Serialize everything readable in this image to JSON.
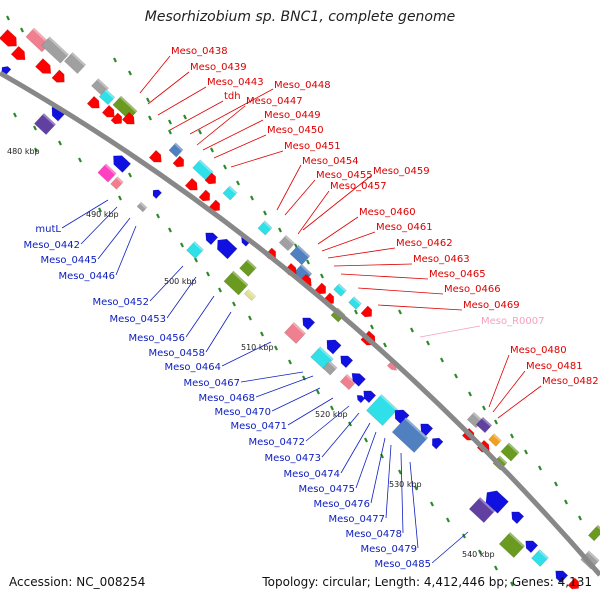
{
  "title": "Mesorhizobium sp. BNC1, complete genome",
  "footer": {
    "accession": "Accession: NC_008254",
    "summary": "Topology: circular; Length: 4,412,446 bp; Genes: 4,131"
  },
  "colors": {
    "backbone": "#888888",
    "forward_label": "#dd0000",
    "reverse_label": "#1020c0",
    "rna_label": "#f4a0c0",
    "gene_red": "#ff0000",
    "gene_blue": "#1010e0",
    "gene_cyan": "#30e0e8",
    "gene_green": "#6a9a20",
    "gene_pink": "#f08090",
    "gene_gray": "#a0a0a0",
    "gene_steel": "#5080c0",
    "gene_purple": "#6040a0",
    "tick_green": "#2a8a2a"
  },
  "scale_labels": [
    "480 kbp",
    "490 kbp",
    "500 kbp",
    "510 kbp",
    "520 kbp",
    "530 kbp",
    "540 kbp"
  ],
  "forward_labels": [
    "Meso_0438",
    "Meso_0439",
    "Meso_0443",
    "tdh",
    "Meso_0448",
    "Meso_0447",
    "Meso_0449",
    "Meso_0450",
    "Meso_0451",
    "Meso_0454",
    "Meso_0455",
    "Meso_0459",
    "Meso_0457",
    "Meso_0460",
    "Meso_0461",
    "Meso_0462",
    "Meso_0463",
    "Meso_0465",
    "Meso_0466",
    "Meso_0469",
    "Meso_0480",
    "Meso_0481",
    "Meso_0482"
  ],
  "rna_labels": [
    "Meso_R0007"
  ],
  "reverse_labels": [
    "mutL",
    "Meso_0442",
    "Meso_0445",
    "Meso_0446",
    "Meso_0452",
    "Meso_0453",
    "Meso_0456",
    "Meso_0458",
    "Meso_0464",
    "Meso_0467",
    "Meso_0468",
    "Meso_0470",
    "Meso_0471",
    "Meso_0472",
    "Meso_0473",
    "Meso_0474",
    "Meso_0475",
    "Meso_0476",
    "Meso_0477",
    "Meso_0478",
    "Meso_0479",
    "Meso_0485"
  ]
}
